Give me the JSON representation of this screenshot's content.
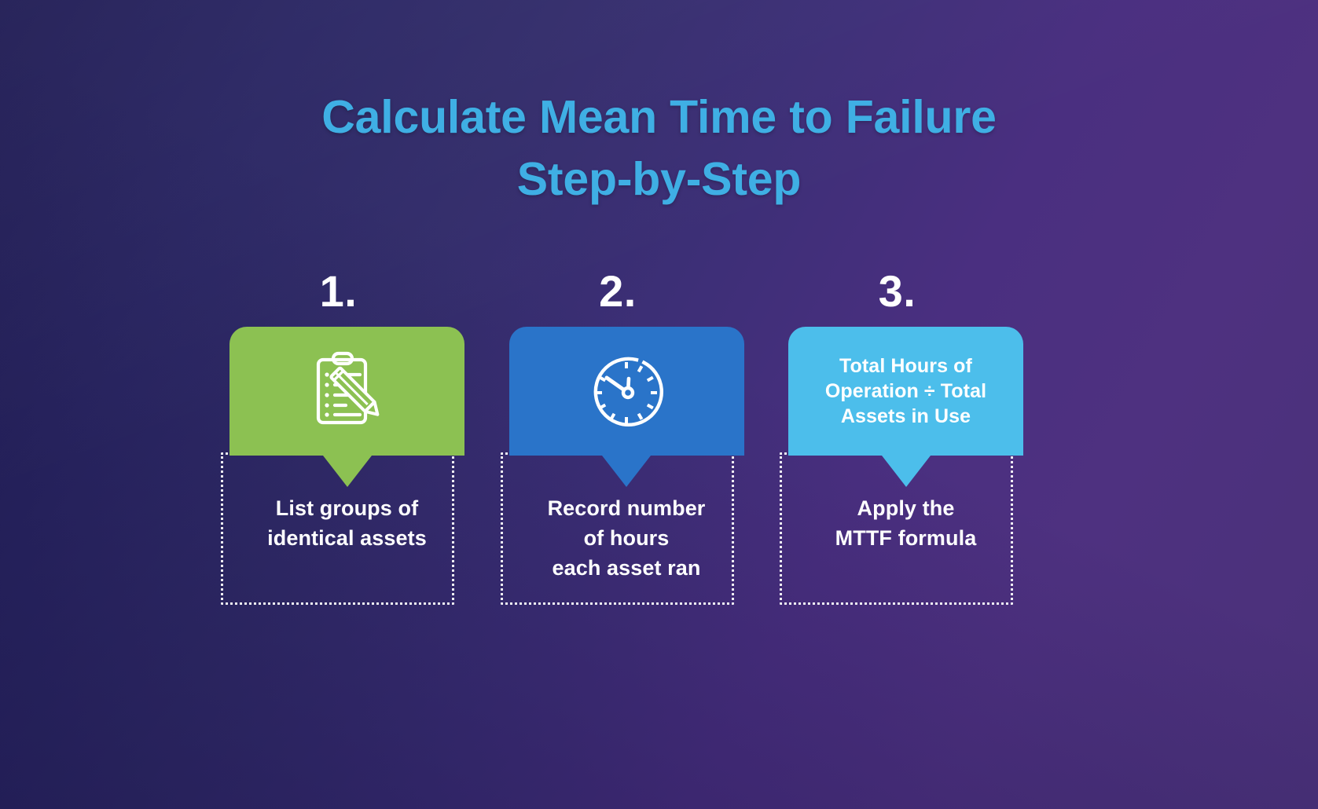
{
  "title": {
    "line1": "Calculate Mean Time to Failure",
    "line2": "Step-by-Step",
    "color": "#3FAFE4"
  },
  "background": {
    "gradient_from": "#211D55",
    "gradient_to": "#4E3180"
  },
  "steps": [
    {
      "number": "1.",
      "bubble_color": "#8CC152",
      "icon": "clipboard-pencil-icon",
      "bubble_text": "",
      "caption": "List groups of\nidentical assets"
    },
    {
      "number": "2.",
      "bubble_color": "#2A74C9",
      "icon": "clock-icon",
      "bubble_text": "",
      "caption": "Record number\nof hours\neach asset ran"
    },
    {
      "number": "3.",
      "bubble_color": "#4CBEEB",
      "icon": "",
      "bubble_text": "Total Hours of\nOperation ÷ Total\nAssets in Use",
      "caption": "Apply  the\nMTTF formula"
    }
  ]
}
